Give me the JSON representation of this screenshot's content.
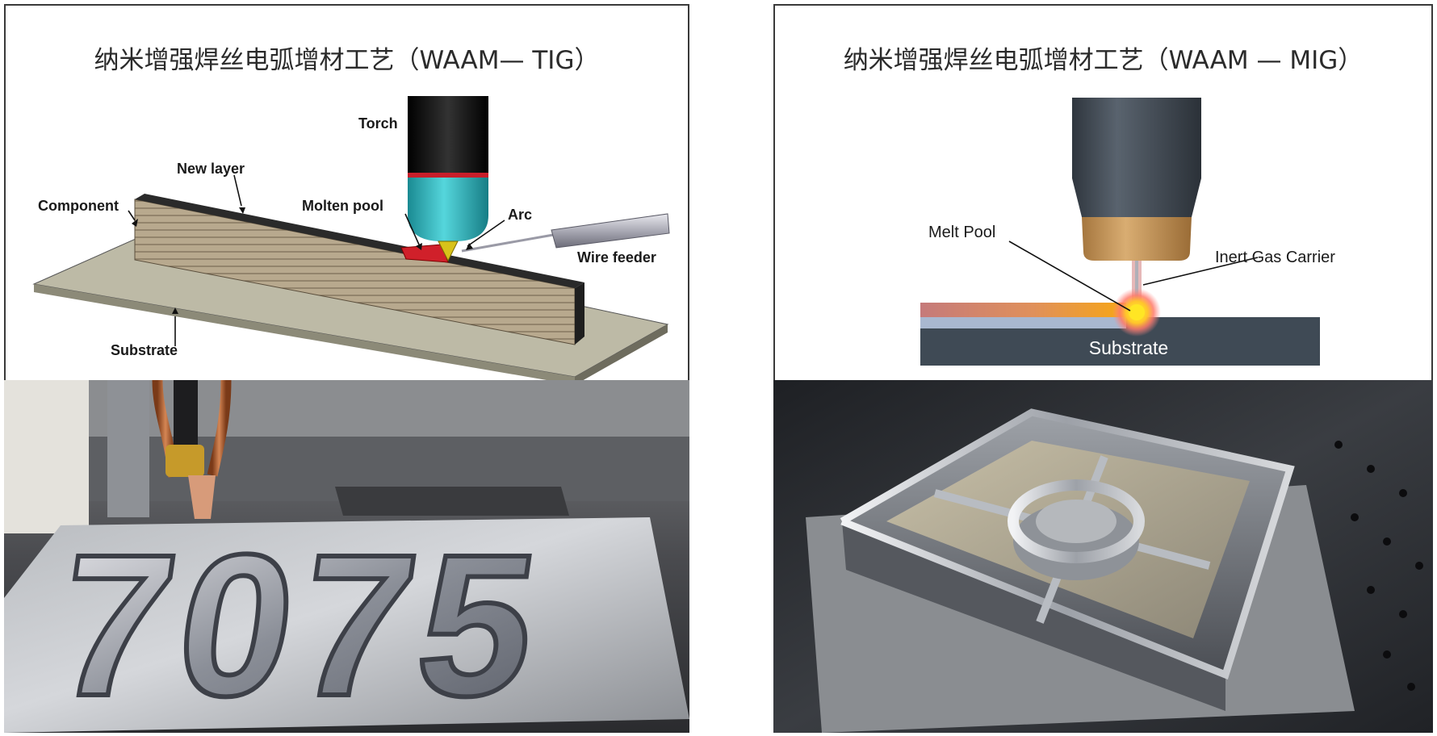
{
  "tig": {
    "title": "纳米增强焊丝电弧增材工艺（WAAM— TIG）",
    "labels": {
      "torch": "Torch",
      "new_layer": "New layer",
      "component": "Component",
      "molten_pool": "Molten pool",
      "arc": "Arc",
      "wire_feeder": "Wire feeder",
      "substrate": "Substrate"
    },
    "photo_text": "7075"
  },
  "mig": {
    "title": "纳米增强焊丝电弧增材工艺（WAAM — MIG）",
    "labels": {
      "melt_pool": "Melt Pool",
      "inert_gas_carrier": "Inert Gas Carrier",
      "substrate": "Substrate"
    }
  },
  "colors": {
    "torch_nozzle": "#2fb7c0",
    "torch_body": "#1c1c1c",
    "molten_pool": "#d0202a",
    "arc": "#d8c21a",
    "mig_torch": "#3e4650",
    "mig_tip": "#c79a5e",
    "mig_substrate": "#3f4a55",
    "deposit_gradient_start": "#c57a7a",
    "deposit_gradient_end": "#f2a020"
  }
}
